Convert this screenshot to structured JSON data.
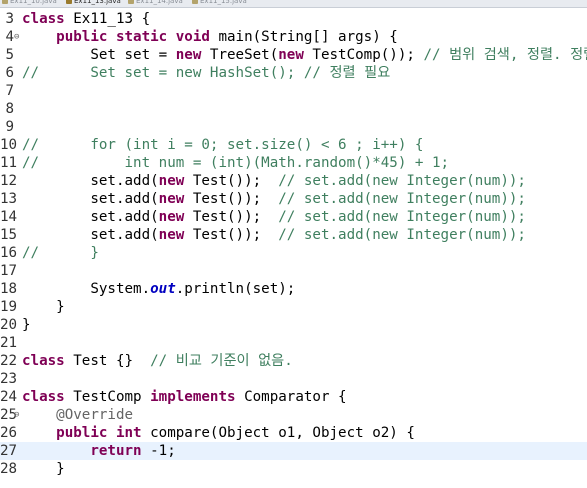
{
  "tabs": [
    {
      "label": "Ex11_10.java",
      "active": false
    },
    {
      "label": "Ex11_13.java",
      "active": true
    },
    {
      "label": "Ex11_14.java",
      "active": false
    },
    {
      "label": "Ex11_15.java",
      "active": false
    }
  ],
  "editor": {
    "current_line": "27",
    "lines": [
      {
        "num": "3",
        "fold": "",
        "segs": [
          {
            "t": "class",
            "c": "kw"
          },
          {
            "t": " Ex11_13 {",
            "c": ""
          }
        ]
      },
      {
        "num": "4",
        "fold": "⊖",
        "segs": [
          {
            "t": "    ",
            "c": ""
          },
          {
            "t": "public",
            "c": "kw"
          },
          {
            "t": " ",
            "c": ""
          },
          {
            "t": "static",
            "c": "kw"
          },
          {
            "t": " ",
            "c": ""
          },
          {
            "t": "void",
            "c": "kw"
          },
          {
            "t": " main(String[] args) {",
            "c": ""
          }
        ]
      },
      {
        "num": "5",
        "fold": "",
        "segs": [
          {
            "t": "        Set set = ",
            "c": ""
          },
          {
            "t": "new",
            "c": "kw"
          },
          {
            "t": " TreeSet(",
            "c": ""
          },
          {
            "t": "new",
            "c": "kw"
          },
          {
            "t": " TestComp()); ",
            "c": ""
          },
          {
            "t": "// 범위 검색, 정렬. 정렬",
            "c": "cm"
          }
        ]
      },
      {
        "num": "6",
        "fold": "",
        "segs": [
          {
            "t": "//      Set set = new HashSet(); // 정렬 필요",
            "c": "cm"
          }
        ]
      },
      {
        "num": "7",
        "fold": "",
        "segs": []
      },
      {
        "num": "8",
        "fold": "",
        "segs": []
      },
      {
        "num": "9",
        "fold": "",
        "segs": []
      },
      {
        "num": "10",
        "fold": "",
        "segs": [
          {
            "t": "//      for (int i = 0; set.size() < 6 ; i++) {",
            "c": "cm"
          }
        ]
      },
      {
        "num": "11",
        "fold": "",
        "segs": [
          {
            "t": "//          int num = (int)(Math.random()*45) + 1;",
            "c": "cm"
          }
        ]
      },
      {
        "num": "12",
        "fold": "",
        "segs": [
          {
            "t": "        set.add(",
            "c": ""
          },
          {
            "t": "new",
            "c": "kw"
          },
          {
            "t": " Test());  ",
            "c": ""
          },
          {
            "t": "// set.add(new Integer(num));",
            "c": "cm"
          }
        ]
      },
      {
        "num": "13",
        "fold": "",
        "segs": [
          {
            "t": "        set.add(",
            "c": ""
          },
          {
            "t": "new",
            "c": "kw"
          },
          {
            "t": " Test());  ",
            "c": ""
          },
          {
            "t": "// set.add(new Integer(num));",
            "c": "cm"
          }
        ]
      },
      {
        "num": "14",
        "fold": "",
        "segs": [
          {
            "t": "        set.add(",
            "c": ""
          },
          {
            "t": "new",
            "c": "kw"
          },
          {
            "t": " Test());  ",
            "c": ""
          },
          {
            "t": "// set.add(new Integer(num));",
            "c": "cm"
          }
        ]
      },
      {
        "num": "15",
        "fold": "",
        "segs": [
          {
            "t": "        set.add(",
            "c": ""
          },
          {
            "t": "new",
            "c": "kw"
          },
          {
            "t": " Test());  ",
            "c": ""
          },
          {
            "t": "// set.add(new Integer(num));",
            "c": "cm"
          }
        ]
      },
      {
        "num": "16",
        "fold": "",
        "segs": [
          {
            "t": "//      }",
            "c": "cm"
          }
        ]
      },
      {
        "num": "17",
        "fold": "",
        "segs": []
      },
      {
        "num": "18",
        "fold": "",
        "segs": [
          {
            "t": "        System.",
            "c": ""
          },
          {
            "t": "out",
            "c": "st"
          },
          {
            "t": ".println(set);",
            "c": ""
          }
        ]
      },
      {
        "num": "19",
        "fold": "",
        "segs": [
          {
            "t": "    }",
            "c": ""
          }
        ]
      },
      {
        "num": "20",
        "fold": "",
        "segs": [
          {
            "t": "}",
            "c": ""
          }
        ]
      },
      {
        "num": "21",
        "fold": "",
        "segs": []
      },
      {
        "num": "22",
        "fold": "",
        "segs": [
          {
            "t": "class",
            "c": "kw"
          },
          {
            "t": " Test {}  ",
            "c": ""
          },
          {
            "t": "// 비교 기준이 없음.",
            "c": "cm"
          }
        ]
      },
      {
        "num": "23",
        "fold": "",
        "segs": []
      },
      {
        "num": "24",
        "fold": "",
        "segs": [
          {
            "t": "class",
            "c": "kw"
          },
          {
            "t": " TestComp ",
            "c": ""
          },
          {
            "t": "implements",
            "c": "kw"
          },
          {
            "t": " Comparator {",
            "c": ""
          }
        ]
      },
      {
        "num": "25",
        "fold": "⊖",
        "segs": [
          {
            "t": "    ",
            "c": ""
          },
          {
            "t": "@Override",
            "c": "an"
          }
        ]
      },
      {
        "num": "26",
        "fold": "",
        "segs": [
          {
            "t": "    ",
            "c": ""
          },
          {
            "t": "public",
            "c": "kw"
          },
          {
            "t": " ",
            "c": ""
          },
          {
            "t": "int",
            "c": "kw"
          },
          {
            "t": " compare(Object o1, Object o2) {",
            "c": ""
          }
        ]
      },
      {
        "num": "27",
        "fold": "",
        "segs": [
          {
            "t": "        ",
            "c": ""
          },
          {
            "t": "return",
            "c": "kw"
          },
          {
            "t": " -1;",
            "c": ""
          }
        ]
      },
      {
        "num": "28",
        "fold": "",
        "segs": [
          {
            "t": "    }",
            "c": ""
          }
        ]
      }
    ]
  }
}
